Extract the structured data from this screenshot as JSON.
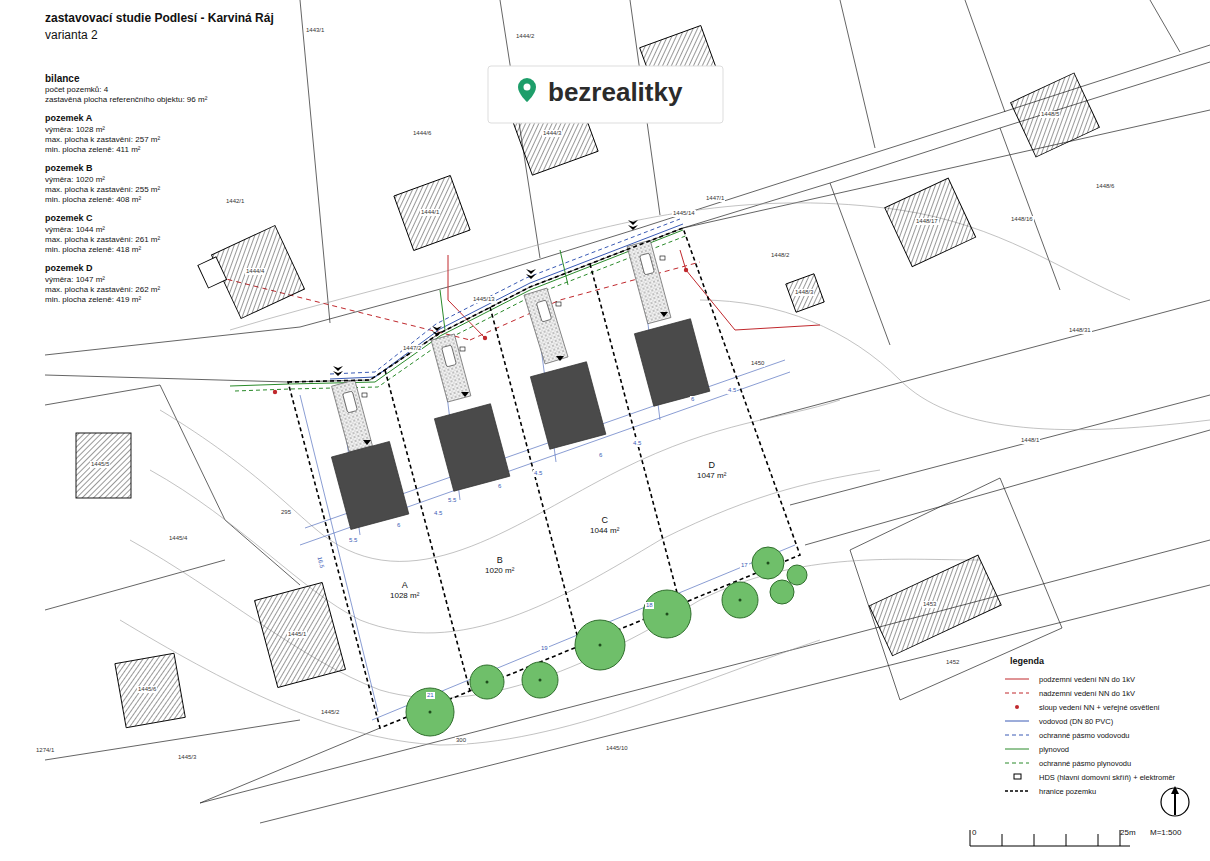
{
  "diagram": {
    "title": "zastavovací studie Podlesí - Karviná Ráj",
    "nodes": [
      {
        "text": [
          "A",
          "1028 m²"
        ]
      },
      {
        "text": [
          "B",
          "1020 m²"
        ]
      },
      {
        "text": [
          "C",
          "1044 m²"
        ]
      },
      {
        "text": [
          "D",
          "1047 m²"
        ]
      }
    ],
    "labels": [
      "varianta 2",
      "bilance",
      "počet pozemků: 4",
      "zastavěná plocha referenčního objektu: 96 m²",
      "pozemek A",
      "výměra: 1028 m²",
      "max. plocha k zastavění: 257 m²",
      "min. plocha zeleně: 411 m²",
      "pozemek B",
      "výměra: 1020 m²",
      "max. plocha k zastavění: 255 m²",
      "min. plocha zeleně: 408 m²",
      "pozemek C",
      "výměra: 1044 m²",
      "max. plocha k zastavění: 261 m²",
      "min. plocha zeleně: 418 m²",
      "pozemek D",
      "výměra: 1047 m²",
      "max. plocha k zastavění: 262 m²",
      "min. plocha zeleně: 419 m²",
      "bezrealitky",
      "1443/1",
      "1444/2",
      "1444/6",
      "1444/3",
      "1448/5",
      "1448/6",
      "1444/1",
      "1442/1",
      "1444/4",
      "1447/1",
      "1445/14",
      "1448/16",
      "1448/17",
      "1448/2",
      "1448/3",
      "1445/13",
      "1447/2",
      "1450",
      "1448/31",
      "1448/1",
      "1445/5",
      "1445/4",
      "1445/1",
      "1445/6",
      "1445/2",
      "1445/3",
      "1274/1",
      "1445/10",
      "1452",
      "1453",
      "295",
      "300",
      "5.5",
      "6",
      "4.5",
      "5.5",
      "6",
      "4.5",
      "6",
      "4.5",
      "6",
      "4.5",
      "21",
      "19",
      "18",
      "17",
      "16.5",
      "0",
      "25m",
      "M=1:500",
      "legenda"
    ],
    "legend": [
      {
        "text": "podzemní vedení NN do 1kV"
      },
      {
        "text": "nadzemní vedení NN do 1kV"
      },
      {
        "text": "sloup vedení NN + veřejné osvětlení"
      },
      {
        "text": "vodovod (DN 80 PVC)"
      },
      {
        "text": "ochranné pásmo vodovodu"
      },
      {
        "text": "plynovod"
      },
      {
        "text": "ochranné pásmo plynovodu"
      },
      {
        "text": "HDS (hlavní domovní skříň) + elektroměr"
      },
      {
        "text": "hranice pozemku"
      }
    ]
  }
}
